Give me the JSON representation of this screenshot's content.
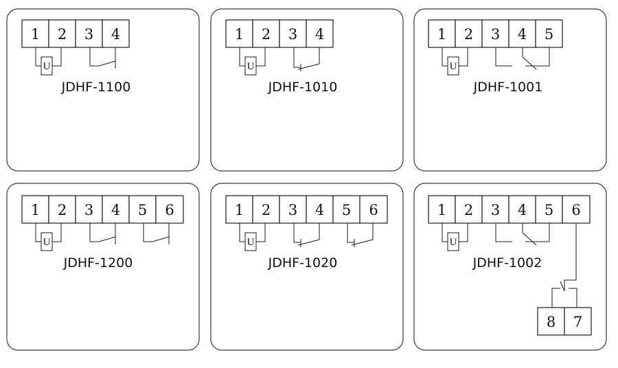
{
  "panels": [
    {
      "model": "JDHF-1100",
      "terminals": [
        "1",
        "2",
        "3",
        "4"
      ],
      "coil": "U",
      "contacts": [
        "NO"
      ]
    },
    {
      "model": "JDHF-1010",
      "terminals": [
        "1",
        "2",
        "3",
        "4"
      ],
      "coil": "U",
      "contacts": [
        "NC"
      ]
    },
    {
      "model": "JDHF-1001",
      "terminals": [
        "1",
        "2",
        "3",
        "4",
        "5"
      ],
      "coil": "U",
      "contacts": [
        "CO"
      ]
    },
    {
      "model": "JDHF-1200",
      "terminals": [
        "1",
        "2",
        "3",
        "4",
        "5",
        "6"
      ],
      "coil": "U",
      "contacts": [
        "NO",
        "NO"
      ]
    },
    {
      "model": "JDHF-1020",
      "terminals": [
        "1",
        "2",
        "3",
        "4",
        "5",
        "6"
      ],
      "coil": "U",
      "contacts": [
        "NC",
        "NC"
      ]
    },
    {
      "model": "JDHF-1002",
      "terminals": [
        "1",
        "2",
        "3",
        "4",
        "5",
        "6"
      ],
      "coil": "U",
      "contacts": [
        "CO"
      ],
      "extra_terminals": [
        "8",
        "7"
      ]
    }
  ]
}
